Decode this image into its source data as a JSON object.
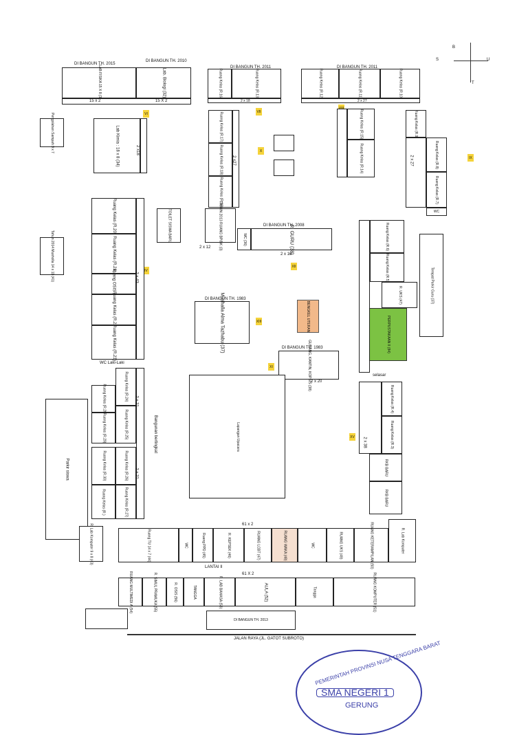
{
  "compass": {
    "b": "B",
    "s": "S",
    "u": "U",
    "t": "T"
  },
  "built": {
    "y2015": "DI BANGUN TH. 2015",
    "y2010": "DI BANGUN TH. 2010",
    "y2011a": "DI BANGUN TH. 2011",
    "y2011b": "DI BANGUN TH. 2011",
    "y2008": "DI BANGUN TH. 2008",
    "y1983a": "DI BANGUN TH. 1983",
    "y1983b": "DI BANGUN TH. 1983",
    "y2013": "DI BANGUN TH. 2013"
  },
  "top_row": {
    "lab_fisika": "LAB FISIKA 15 X 8 (33)",
    "lab_biologi": "Lab. Biologi (32)",
    "dim1": "15 x 2",
    "dim2": "15 X 2",
    "rk16": "Ruang Kelas (R.16)",
    "rk13": "Ruang Kelas (R.13)",
    "rk12": "Ruang Kelas (R.12)",
    "rk11": "Ruang Kelas (R.11)",
    "rk10": "Ruang Kelas (R.10)",
    "dim3": "2 x 18",
    "dim4": "2 x 27"
  },
  "left": {
    "pengolahan": "Pengolahan Sampah 9 x 7",
    "lab_kimia": "Lab Kimia : 18 x 8 (34)",
    "tahun2014": "Tahun 2014 Musholla 14 x 11 (41)",
    "dim218": "2 x18",
    "dim243": "2 x 43",
    "parkir": "Parkir siswa",
    "tu_lab": "R. Lab Komputer 9 x 8 (43)"
  },
  "center": {
    "rk17": "Ruang Kelas (R.17)",
    "rk18": "Ruang Kelas (R.18)",
    "rk19": "Ruang Kelas (R.19)",
    "dim227": "2 x27",
    "toilet": "TOILET SISWA BARU",
    "bp": "TAHUN 2013 RUANG BP/BK (3)",
    "dim212": "2 x 12",
    "wc": "WC (36)",
    "guru": "R. GURU (38)",
    "dim218b": "2 x 18",
    "musholla": "Mushalla Alma Tazhabu (37)",
    "bengkel": "BENGKEL UTERAN",
    "gudang": "GUDANG, KANTIN, KOPSIS (38)",
    "dim220": "2 x 20",
    "lapangan": "Lapangan Upacara",
    "selasar": "selasar",
    "bertingkat": "Bangunan bertingkat",
    "dim221a": "2 x 21",
    "dim221b": "2 x 21"
  },
  "left_classes": {
    "rk20": "Ruang Kelas (R.20)",
    "rk21": "Ruang Kelas (R.21)",
    "osis": "Ruang OSIS (89)",
    "rk22": "Ruang Kelas (R.22)",
    "rk23": "Ruang Kelas (R.23)",
    "wc_laki": "WC Laki-Laki",
    "rk24": "Ruang Kelas (R.24)",
    "rk25": "Ruang Kelas (R.25)",
    "rk28": "Ruang Kelas (R.28)",
    "rk29": "Ruang Kelas (R.29)",
    "rk26": "Ruang Kelas (R.26)",
    "rk27": "Ruang Kelas (R.27)",
    "rk30": "Ruang Kelas (R.30)",
    "rk31": "Ruang Kelas (R.)"
  },
  "right": {
    "rk9": "Ruang Kelas (R.9)",
    "rk8": "Ruang Kelas (R.8)",
    "rk7": "Ruang Kelas (R.7)",
    "rk15": "Ruang Kelas (R.15)",
    "rk14": "Ruang Kelas (R.14)",
    "wc": "WC",
    "rk6": "Ruang Kelas (R.6)",
    "rk5": "Ruang Kelas (R.5)",
    "uks": "R. UKS (47)",
    "perpus": "PERPUSTAKAAN II (84)",
    "parkir_guru": "Tempat Parkir Guru (37)",
    "rk4": "Ruang Kelas (R.4)",
    "rk3": "Ruang Kelas (R.3)",
    "rkb1": "RKB BARU",
    "rkb2": "RKB BARU",
    "dim238": "2 x 38",
    "dim227": "2 x 27"
  },
  "bottom": {
    "dim612a": "61 x 2",
    "dim612b": "61 X 2",
    "lantai": "LANTAI II",
    "tu": "Ruang TU 14 x 7 (44)",
    "wc": "WC",
    "ppd": "Ruang PPD (45)",
    "kepsek": "R. KEPSEK (46)",
    "lcbt": "RUANG LCBT (47)",
    "waka": "RUANG WAKA (48)",
    "wc2": "WC",
    "uks": "RUANG UKS (49)",
    "ket": "RUANG KETERAMPILAN (50)",
    "lab_komp": "R. Lab Komputer",
    "multimedia": "RUANG MULTIMEDI A (54)",
    "simul": "R. SIMUL PRAMUKA (55)",
    "osis": "R. OSIS (56)",
    "tangga": "TANGGA",
    "bahasa": "R. LAB BAHASA (53)",
    "aula": "AULA (52)",
    "tangga2": "Tangga",
    "komputer": "RUANG KOMPUTER (51)",
    "road": "JALAN RAYA (JL. GATOT SUBROTO)",
    "stamp_top": "PEMERINTAH PROVINSI NUSA TENGGARA BARAT",
    "stamp_mid": "SMA NEGERI 1",
    "stamp_bot": "GERUNG"
  }
}
